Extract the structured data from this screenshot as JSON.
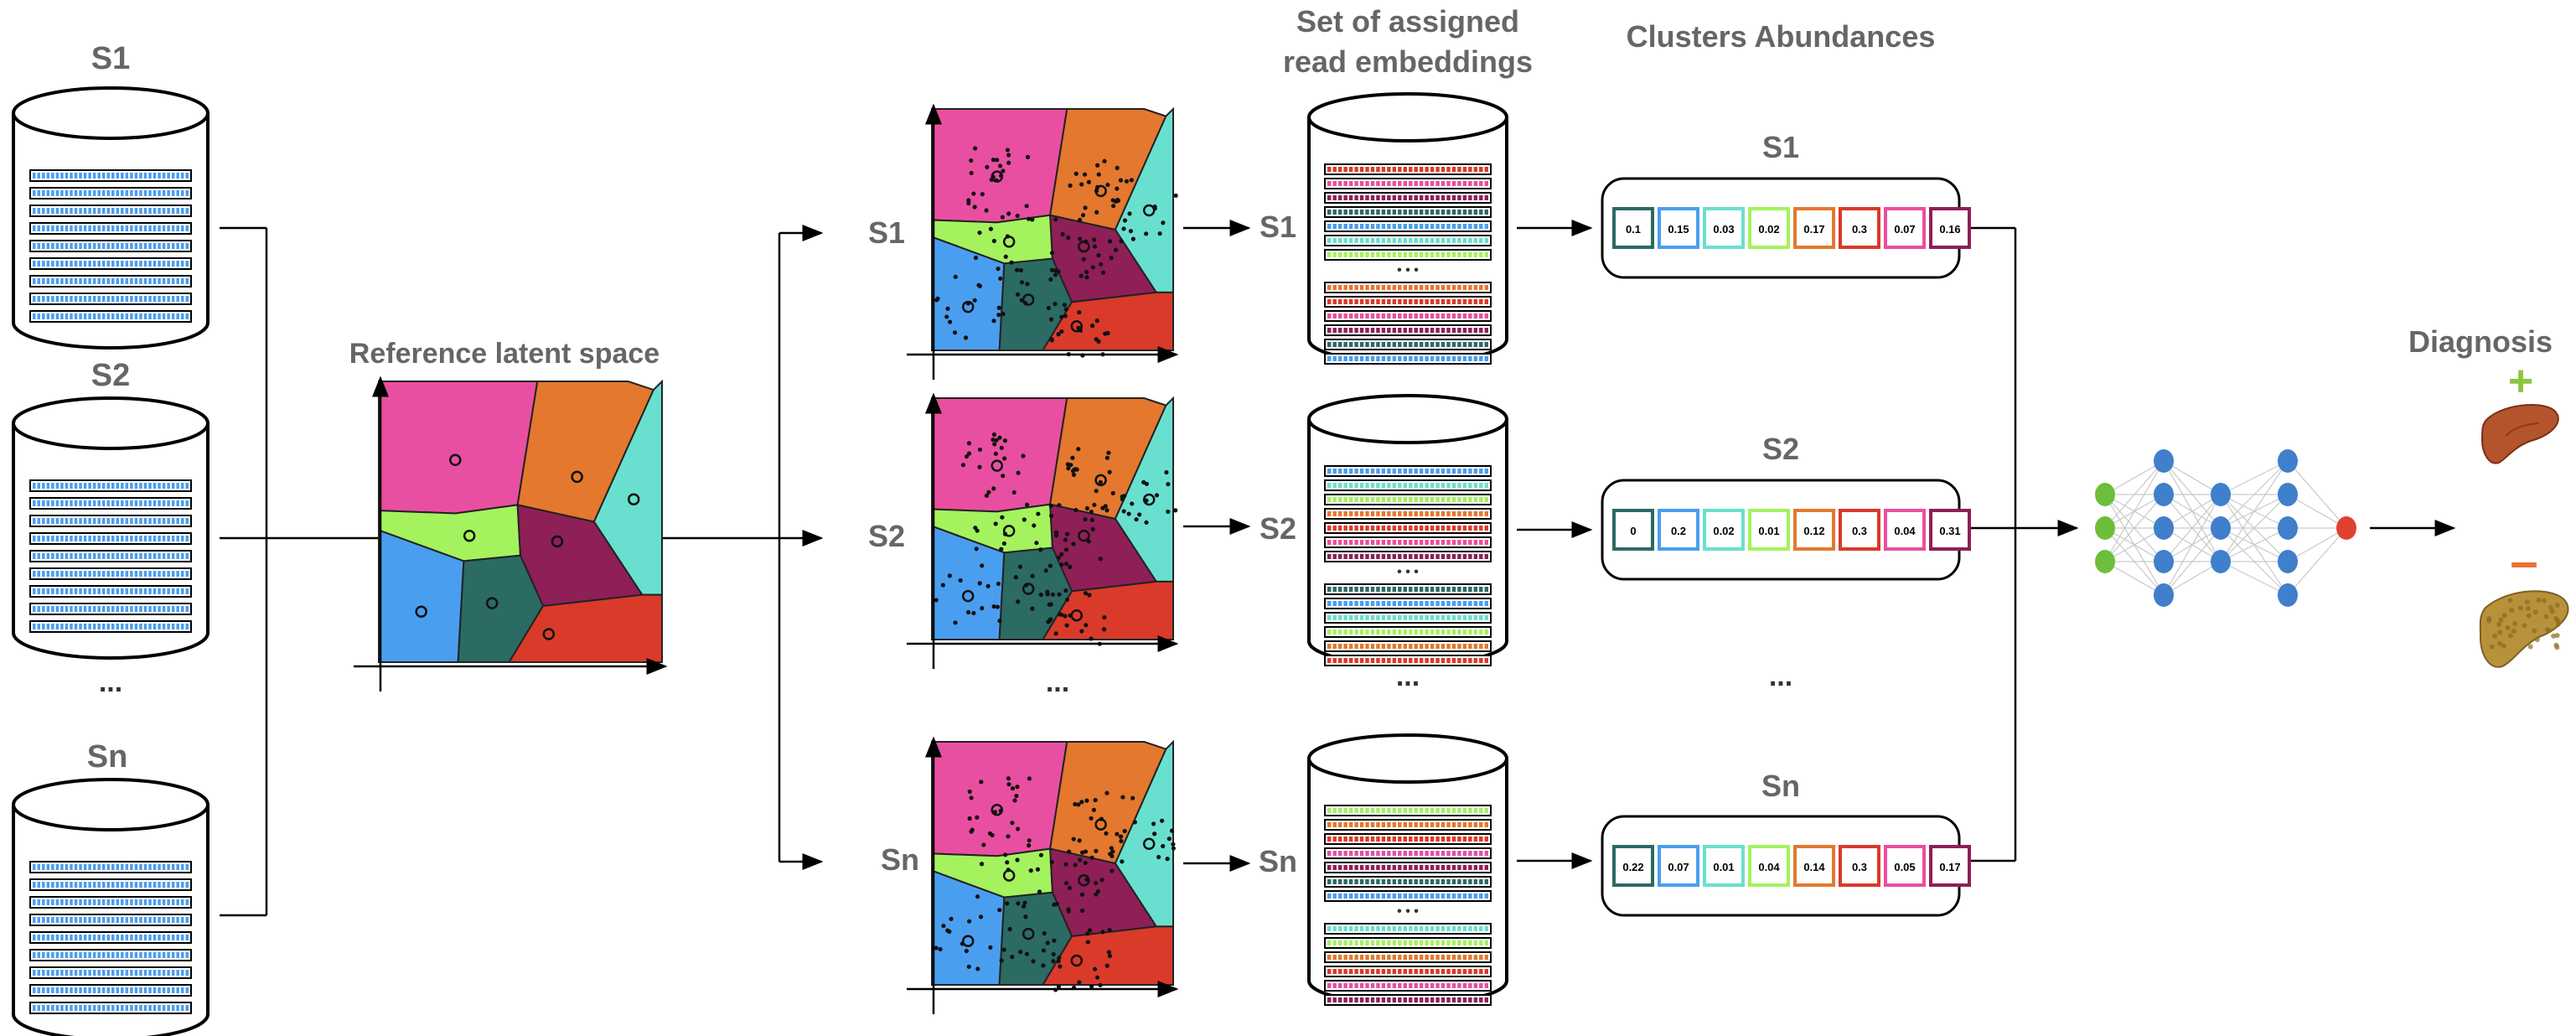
{
  "labels": {
    "samples": [
      "S1",
      "S2",
      "Sn"
    ],
    "ellipsis": "...",
    "reference_latent_space": "Reference latent space",
    "set_of_assigned_line1": "Set of assigned",
    "set_of_assigned_line2": "read embeddings",
    "clusters_abundances": "Clusters Abundances",
    "diagnosis": "Diagnosis",
    "plus": "+",
    "minus": "–",
    "mid_dots": "• • •"
  },
  "colors": {
    "pink": "#E94FA0",
    "orange": "#E4782E",
    "teal": "#69E0CF",
    "lime": "#A4F25E",
    "maroon": "#8E1F57",
    "blue": "#4A9EF0",
    "darkteal": "#2C6A64",
    "red": "#DA3A2A",
    "nn_green": "#6DBE3B",
    "nn_blue": "#3F7FCC",
    "nn_red": "#E0402E",
    "text_gray": "#666666",
    "plus_green": "#8BC640",
    "minus_orange": "#E57430"
  },
  "cluster_order": [
    "darkteal",
    "blue",
    "teal",
    "lime",
    "orange",
    "red",
    "pink",
    "maroon"
  ],
  "abundances": [
    [
      "0.1",
      "0.15",
      "0.03",
      "0.02",
      "0.17",
      "0.3",
      "0.07",
      "0.16"
    ],
    [
      "0",
      "0.2",
      "0.02",
      "0.01",
      "0.12",
      "0.3",
      "0.04",
      "0.31"
    ],
    [
      "0.22",
      "0.07",
      "0.01",
      "0.04",
      "0.14",
      "0.3",
      "0.05",
      "0.17"
    ]
  ],
  "icons": [
    "database-cylinder-icon",
    "liver-healthy-icon",
    "liver-diseased-icon",
    "neural-network-icon"
  ]
}
